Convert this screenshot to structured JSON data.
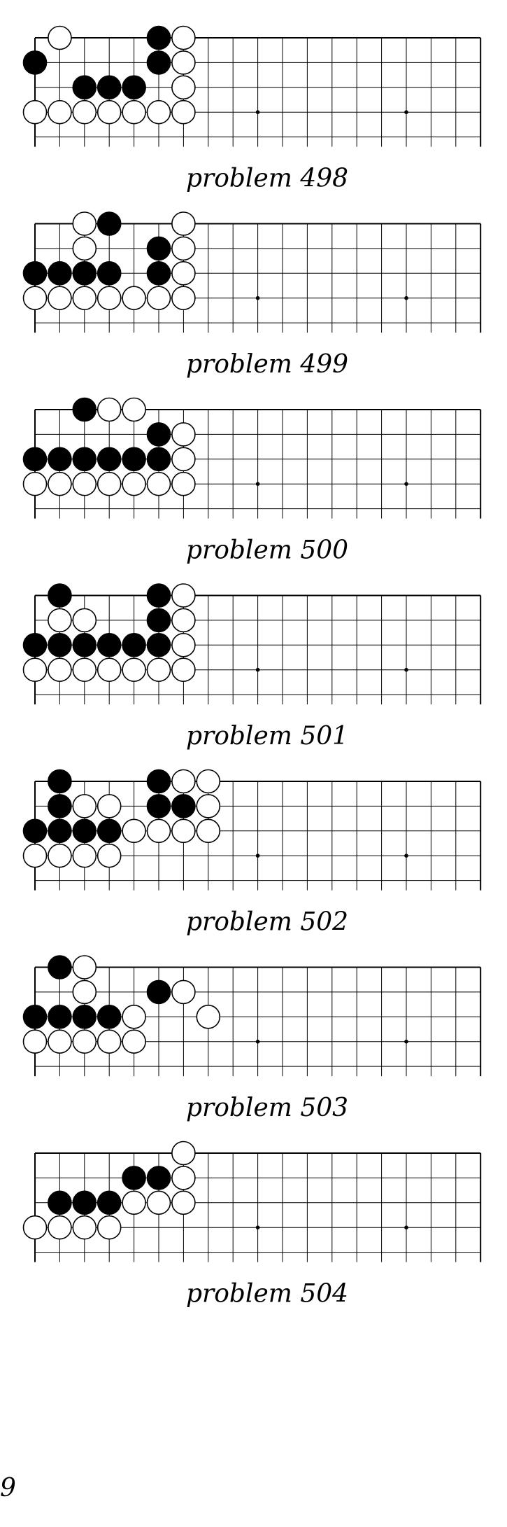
{
  "page_number": "9",
  "board": {
    "columns": 19,
    "rows": 5,
    "hoshi_columns": [
      10,
      16
    ],
    "hoshi_row": 4
  },
  "problems": [
    {
      "label": "problem 498",
      "black": [
        [
          6,
          1
        ],
        [
          1,
          2
        ],
        [
          6,
          2
        ],
        [
          3,
          3
        ],
        [
          4,
          3
        ],
        [
          5,
          3
        ]
      ],
      "white": [
        [
          2,
          1
        ],
        [
          7,
          1
        ],
        [
          7,
          2
        ],
        [
          7,
          3
        ],
        [
          1,
          4
        ],
        [
          2,
          4
        ],
        [
          3,
          4
        ],
        [
          4,
          4
        ],
        [
          5,
          4
        ],
        [
          6,
          4
        ],
        [
          7,
          4
        ]
      ]
    },
    {
      "label": "problem 499",
      "black": [
        [
          4,
          1
        ],
        [
          6,
          2
        ],
        [
          1,
          3
        ],
        [
          2,
          3
        ],
        [
          3,
          3
        ],
        [
          4,
          3
        ],
        [
          6,
          3
        ]
      ],
      "white": [
        [
          3,
          1
        ],
        [
          7,
          1
        ],
        [
          3,
          2
        ],
        [
          7,
          2
        ],
        [
          7,
          3
        ],
        [
          1,
          4
        ],
        [
          2,
          4
        ],
        [
          3,
          4
        ],
        [
          4,
          4
        ],
        [
          5,
          4
        ],
        [
          6,
          4
        ],
        [
          7,
          4
        ]
      ]
    },
    {
      "label": "problem 500",
      "black": [
        [
          3,
          1
        ],
        [
          6,
          2
        ],
        [
          1,
          3
        ],
        [
          2,
          3
        ],
        [
          3,
          3
        ],
        [
          4,
          3
        ],
        [
          5,
          3
        ],
        [
          6,
          3
        ]
      ],
      "white": [
        [
          4,
          1
        ],
        [
          5,
          1
        ],
        [
          7,
          2
        ],
        [
          7,
          3
        ],
        [
          1,
          4
        ],
        [
          2,
          4
        ],
        [
          3,
          4
        ],
        [
          4,
          4
        ],
        [
          5,
          4
        ],
        [
          6,
          4
        ],
        [
          7,
          4
        ]
      ]
    },
    {
      "label": "problem 501",
      "black": [
        [
          2,
          1
        ],
        [
          6,
          1
        ],
        [
          6,
          2
        ],
        [
          1,
          3
        ],
        [
          2,
          3
        ],
        [
          3,
          3
        ],
        [
          4,
          3
        ],
        [
          5,
          3
        ],
        [
          6,
          3
        ]
      ],
      "white": [
        [
          7,
          1
        ],
        [
          2,
          2
        ],
        [
          3,
          2
        ],
        [
          7,
          2
        ],
        [
          7,
          3
        ],
        [
          1,
          4
        ],
        [
          2,
          4
        ],
        [
          3,
          4
        ],
        [
          4,
          4
        ],
        [
          5,
          4
        ],
        [
          6,
          4
        ],
        [
          7,
          4
        ]
      ]
    },
    {
      "label": "problem 502",
      "black": [
        [
          2,
          1
        ],
        [
          6,
          1
        ],
        [
          2,
          2
        ],
        [
          6,
          2
        ],
        [
          7,
          2
        ],
        [
          1,
          3
        ],
        [
          2,
          3
        ],
        [
          3,
          3
        ],
        [
          4,
          3
        ]
      ],
      "white": [
        [
          7,
          1
        ],
        [
          8,
          1
        ],
        [
          3,
          2
        ],
        [
          4,
          2
        ],
        [
          8,
          2
        ],
        [
          5,
          3
        ],
        [
          6,
          3
        ],
        [
          7,
          3
        ],
        [
          8,
          3
        ],
        [
          1,
          4
        ],
        [
          2,
          4
        ],
        [
          3,
          4
        ],
        [
          4,
          4
        ]
      ]
    },
    {
      "label": "problem 503",
      "black": [
        [
          2,
          1
        ],
        [
          6,
          2
        ],
        [
          1,
          3
        ],
        [
          2,
          3
        ],
        [
          3,
          3
        ],
        [
          4,
          3
        ]
      ],
      "white": [
        [
          3,
          1
        ],
        [
          3,
          2
        ],
        [
          7,
          2
        ],
        [
          5,
          3
        ],
        [
          8,
          3
        ],
        [
          1,
          4
        ],
        [
          2,
          4
        ],
        [
          3,
          4
        ],
        [
          4,
          4
        ],
        [
          5,
          4
        ]
      ]
    },
    {
      "label": "problem 504",
      "black": [
        [
          5,
          2
        ],
        [
          6,
          2
        ],
        [
          2,
          3
        ],
        [
          3,
          3
        ],
        [
          4,
          3
        ]
      ],
      "white": [
        [
          7,
          1
        ],
        [
          7,
          2
        ],
        [
          5,
          3
        ],
        [
          6,
          3
        ],
        [
          7,
          3
        ],
        [
          1,
          4
        ],
        [
          2,
          4
        ],
        [
          3,
          4
        ],
        [
          4,
          4
        ]
      ]
    }
  ]
}
